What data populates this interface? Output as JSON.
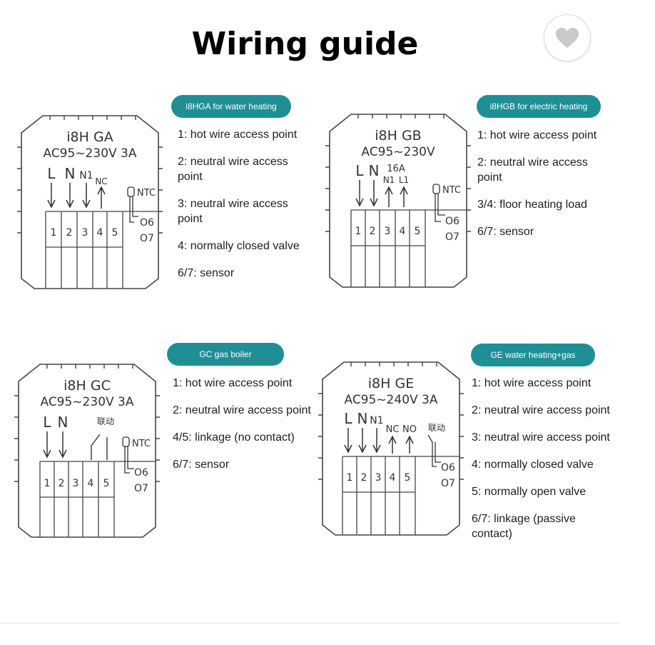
{
  "page": {
    "title": "Wiring guide",
    "favorite_icon": "heart-icon",
    "accent_color": "#1f8f96"
  },
  "units": [
    {
      "tag": "i8HGA for water heating",
      "model": "i8H  GA",
      "rating": "AC95~230V  3A",
      "terminal_labels": [
        "L",
        "N",
        "N1",
        "NC"
      ],
      "sensor_label": "NTC",
      "terminal_numbers": [
        "1",
        "2",
        "3",
        "4",
        "5"
      ],
      "sensor_pins": [
        "O6",
        "O7"
      ],
      "descriptions": [
        "1: hot wire access point",
        "2: neutral wire access point",
        "3: neutral wire access point",
        "4: normally closed valve",
        "6/7: sensor"
      ]
    },
    {
      "tag": "i8HGB for electric heating",
      "model": "i8H  GB",
      "rating": "AC95~230V",
      "terminal_labels": [
        "L",
        "N",
        "16A",
        "N1",
        "L1"
      ],
      "sensor_label": "NTC",
      "terminal_numbers": [
        "1",
        "2",
        "3",
        "4",
        "5"
      ],
      "sensor_pins": [
        "O6",
        "O7"
      ],
      "descriptions": [
        "1: hot wire access point",
        "2: neutral wire access point",
        "3/4: floor heating load",
        "6/7: sensor"
      ]
    },
    {
      "tag": "GC gas boiler",
      "model": "i8H  GC",
      "rating": "AC95~230V  3A",
      "terminal_labels": [
        "L",
        "N",
        "联动"
      ],
      "sensor_label": "NTC",
      "terminal_numbers": [
        "1",
        "2",
        "3",
        "4",
        "5"
      ],
      "sensor_pins": [
        "O6",
        "O7"
      ],
      "descriptions": [
        "1: hot wire access point",
        "2: neutral wire access point",
        "4/5: linkage (no contact)",
        "6/7: sensor"
      ]
    },
    {
      "tag": "GE water heating+gas",
      "model": "i8H  GE",
      "rating": "AC95~240V  3A",
      "terminal_labels": [
        "L",
        "N",
        "N1",
        "NC",
        "NO",
        "联动"
      ],
      "sensor_label": "",
      "terminal_numbers": [
        "1",
        "2",
        "3",
        "4",
        "5"
      ],
      "sensor_pins": [
        "O6",
        "O7"
      ],
      "descriptions": [
        "1: hot wire access point",
        "2: neutral wire access point",
        "3: neutral wire access point",
        "4: normally closed valve",
        "5: normally open valve",
        "6/7: linkage (passive contact)"
      ]
    }
  ]
}
